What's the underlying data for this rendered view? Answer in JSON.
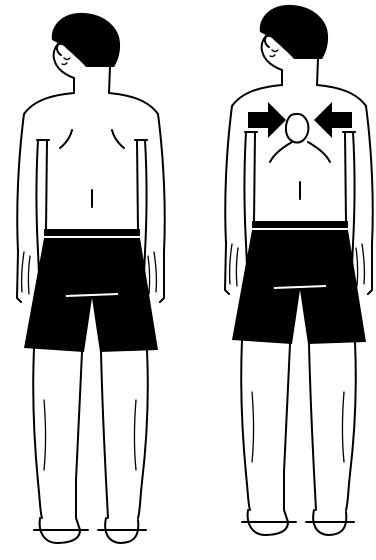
{
  "illustration": {
    "figures": [
      {
        "id": "figure-left",
        "view": "back",
        "state": "relaxed-shoulders"
      },
      {
        "id": "figure-right",
        "view": "back",
        "state": "shoulder-blades-squeezed"
      }
    ],
    "arrows": [
      {
        "icon": "arrow-right-icon",
        "points": "inward"
      },
      {
        "icon": "arrow-left-icon",
        "points": "inward"
      }
    ],
    "colors": {
      "ink": "#000000",
      "shorts": "#000000",
      "background": "#ffffff"
    }
  }
}
